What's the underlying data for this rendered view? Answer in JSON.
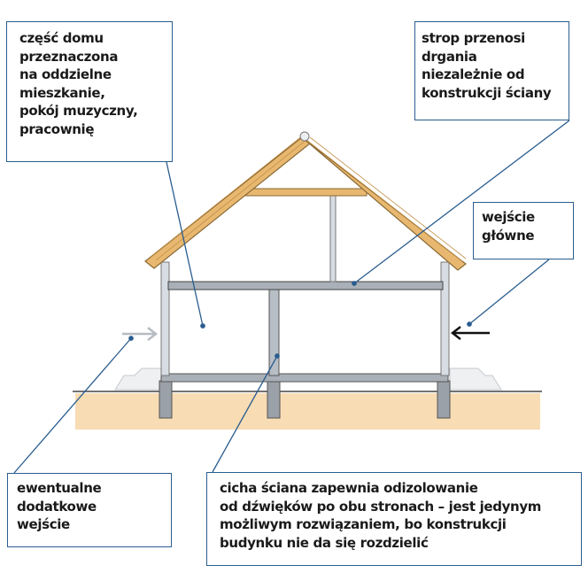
{
  "callouts": {
    "top_left": "część domu\nprzeznaczona\nna oddzielne\nmieszkanie,\npokój muzyczny,\npracownię",
    "top_right": "strop przenosi\ndrgania\nniezależnie od\nkonstrukcji ściany",
    "right": "wejście\ngłówne",
    "bottom_left": "ewentualne\ndodatkowe\nwejście",
    "bottom": "cicha ściana zapewnia odizolowanie\nod dźwięków po obu stronach – jest jedynym\nmożliwym rozwiązaniem, bo konstrukcji\nbudynku nie da się rozdzielić"
  },
  "colors": {
    "leader_line": "#2a5d8f",
    "roof": "#e8b870",
    "ground": "#f7dcb4",
    "wall": "#d7dde3",
    "floor": "#a9b0b7"
  }
}
